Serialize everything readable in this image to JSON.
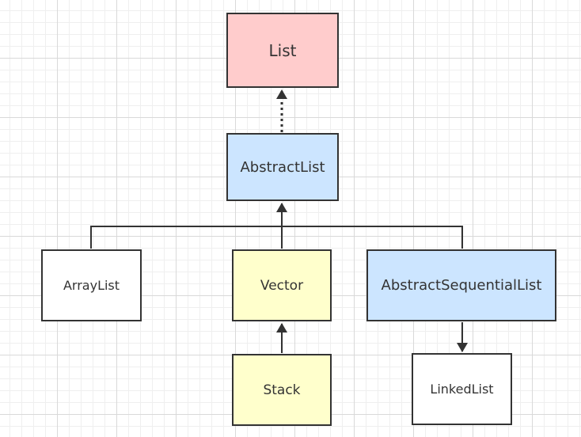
{
  "colors": {
    "interface_fill": "#ffcccc",
    "abstract_fill": "#cce5ff",
    "legacy_fill": "#ffffcc",
    "concrete_fill": "#ffffff",
    "stroke": "#333333"
  },
  "nodes": {
    "list": {
      "label": "List",
      "kind": "interface_fill"
    },
    "abstract_list": {
      "label": "AbstractList",
      "kind": "abstract_fill"
    },
    "array_list": {
      "label": "ArrayList",
      "kind": "concrete_fill"
    },
    "vector": {
      "label": "Vector",
      "kind": "legacy_fill"
    },
    "abstract_sequential_list": {
      "label": "AbstractSequentialList",
      "kind": "abstract_fill"
    },
    "stack": {
      "label": "Stack",
      "kind": "legacy_fill"
    },
    "linked_list": {
      "label": "LinkedList",
      "kind": "concrete_fill"
    }
  },
  "edges": [
    {
      "from": "abstract_list",
      "to": "list",
      "style": "dotted",
      "relation": "implements"
    },
    {
      "from": "array_list",
      "to": "abstract_list",
      "style": "solid",
      "relation": "extends"
    },
    {
      "from": "vector",
      "to": "abstract_list",
      "style": "solid",
      "relation": "extends"
    },
    {
      "from": "abstract_sequential_list",
      "to": "abstract_list",
      "style": "solid",
      "relation": "extends"
    },
    {
      "from": "stack",
      "to": "vector",
      "style": "solid",
      "relation": "extends"
    },
    {
      "from": "abstract_sequential_list",
      "to": "linked_list",
      "style": "solid",
      "relation": "arrow-down"
    }
  ]
}
